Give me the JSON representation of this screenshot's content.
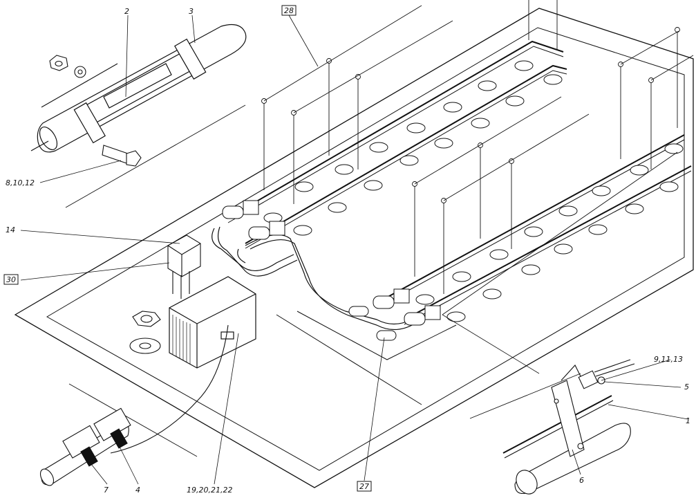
{
  "labels": {
    "l2": "2",
    "l3": "3",
    "l8": "8,10,12",
    "l14": "14",
    "l30": "30",
    "l28": "28",
    "l9": "9,11,13",
    "l5": "5",
    "l1": "1",
    "l6": "6",
    "l7": "7",
    "l4": "4",
    "l19": "19,20,21,22",
    "l27": "27"
  },
  "colors": {
    "ink": "#111111",
    "paper": "#ffffff"
  }
}
